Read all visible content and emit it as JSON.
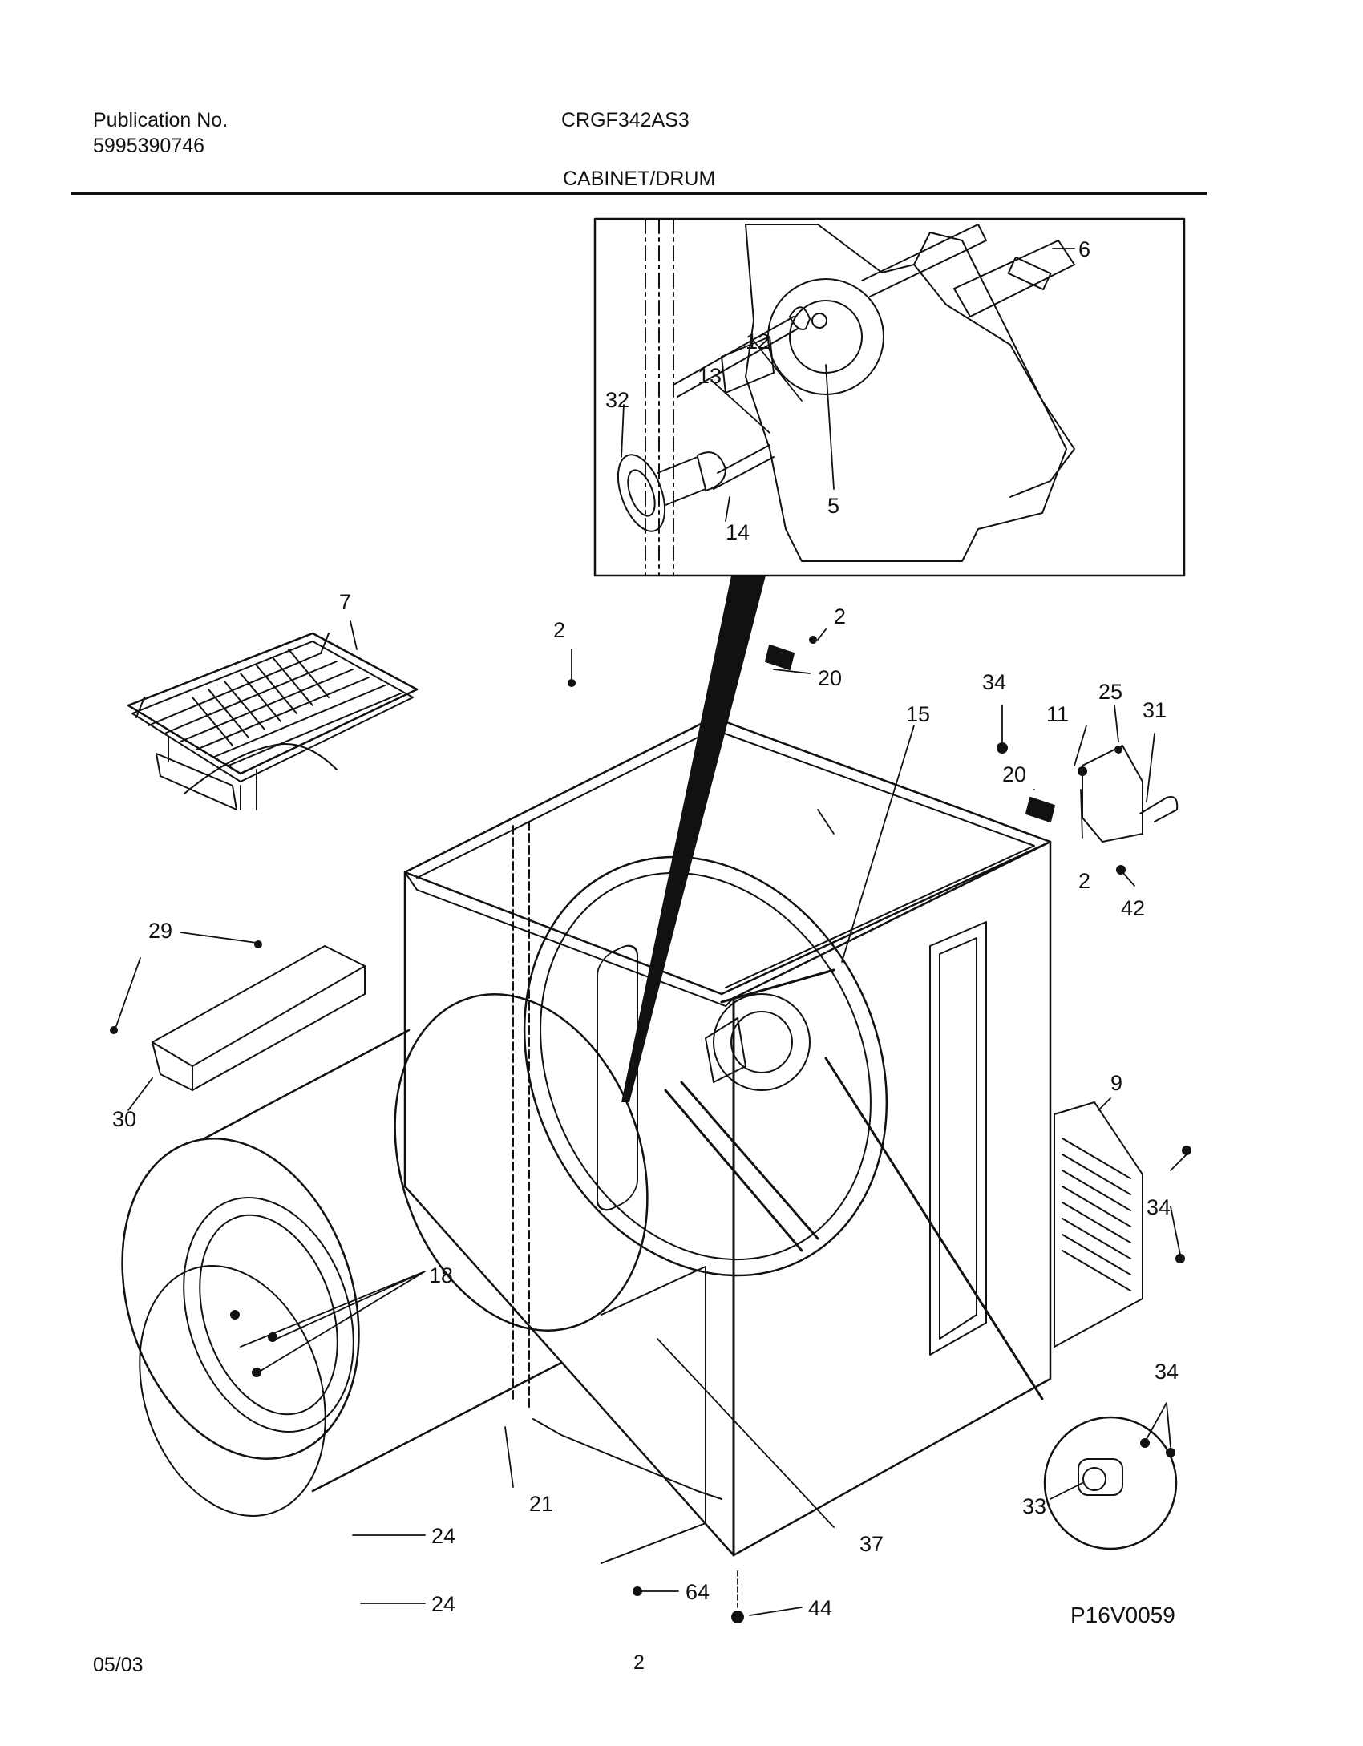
{
  "header": {
    "publication_label": "Publication No.",
    "publication_number": "5995390746",
    "model": "CRGF342AS3",
    "section_title": "CABINET/DRUM"
  },
  "callouts": [
    "2",
    "5",
    "6",
    "7",
    "9",
    "11",
    "12",
    "13",
    "14",
    "15",
    "18",
    "20",
    "21",
    "24",
    "25",
    "29",
    "30",
    "31",
    "32",
    "33",
    "34",
    "37",
    "42",
    "44",
    "64"
  ],
  "footer": {
    "date": "05/03",
    "page_number": "2",
    "drawing_id": "P16V0059"
  }
}
